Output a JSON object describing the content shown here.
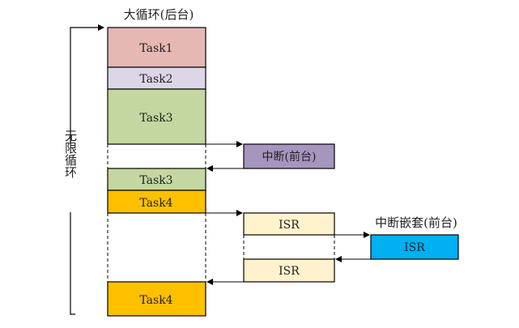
{
  "title": "大循环(后台)",
  "loop_label": "无限循环",
  "nested_label": "中断嵌套(前台)",
  "blocks": {
    "task1": "Task1",
    "task2": "Task2",
    "task3a": "Task3",
    "task3b": "Task3",
    "task4a": "Task4",
    "task4b": "Task4",
    "interrupt": "中断(前台)",
    "isr1": "ISR",
    "isr2": "ISR",
    "isr_nested": "ISR"
  },
  "colors": {
    "task1": "#e6b8b4",
    "task2": "#dcd6e6",
    "task3": "#c4d7a0",
    "task4": "#ffc000",
    "interrupt": "#a595bf",
    "isr": "#fff2cc",
    "isr_nested": "#00b0f0"
  }
}
